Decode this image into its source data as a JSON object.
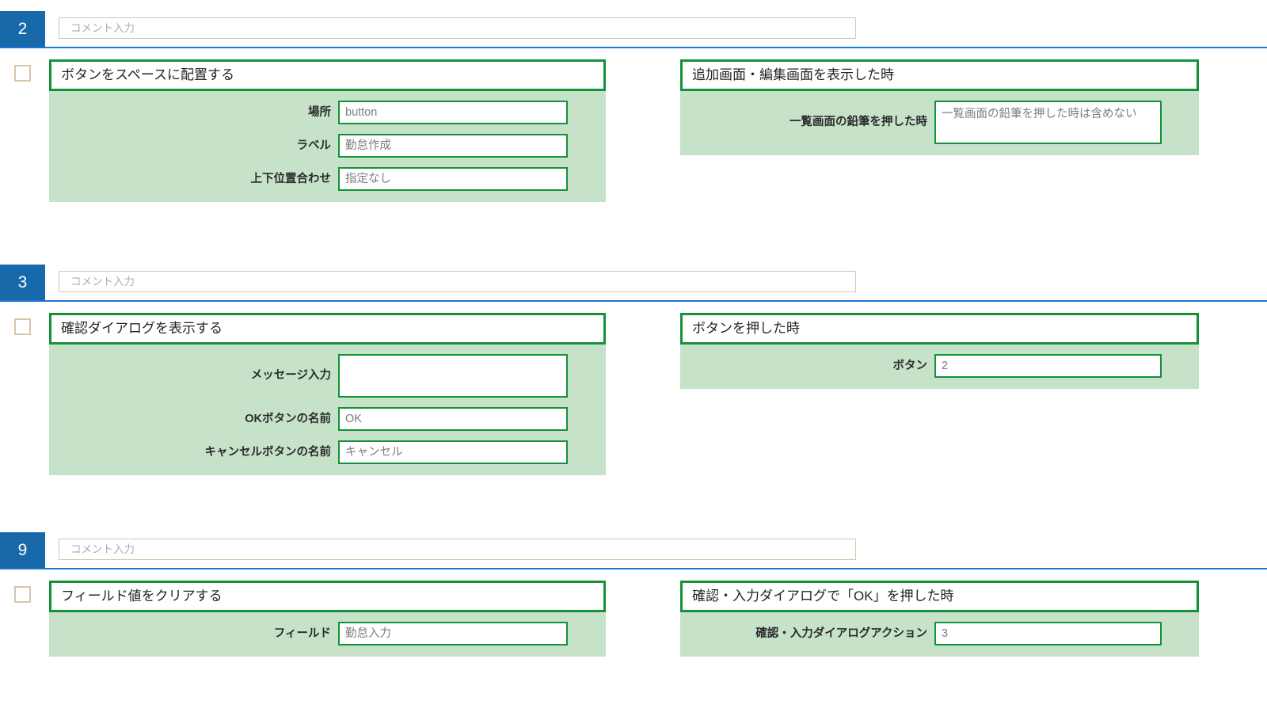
{
  "colors": {
    "badge_blue": "#1769aa",
    "rule_blue": "#1c77d4",
    "card_border_green": "#14923a",
    "card_body_green": "#c6e3ca",
    "checkbox_border_tan": "#d8c5ad",
    "comment_border_tan": "#d8c5ad"
  },
  "comment_placeholder": "コメント入力",
  "sections": [
    {
      "step": "2",
      "left": {
        "title": "ボタンをスペースに配置する",
        "fields": [
          {
            "label": "場所",
            "value": "button",
            "type": "input"
          },
          {
            "label": "ラベル",
            "value": "勤怠作成",
            "type": "input"
          },
          {
            "label": "上下位置合わせ",
            "value": "指定なし",
            "type": "input"
          }
        ]
      },
      "right": {
        "title": "追加画面・編集画面を表示した時",
        "fields": [
          {
            "label": "一覧画面の鉛筆を押した時",
            "value": "一覧画面の鉛筆を押した時は含めない",
            "type": "textarea2"
          }
        ]
      }
    },
    {
      "step": "3",
      "left": {
        "title": "確認ダイアログを表示する",
        "fields": [
          {
            "label": "メッセージ入力",
            "value": "",
            "type": "textarea"
          },
          {
            "label": "OKボタンの名前",
            "value": "OK",
            "type": "input"
          },
          {
            "label": "キャンセルボタンの名前",
            "value": "キャンセル",
            "type": "input"
          }
        ]
      },
      "right": {
        "title": "ボタンを押した時",
        "fields": [
          {
            "label": "ボタン",
            "value": "2",
            "type": "input"
          }
        ]
      }
    },
    {
      "step": "9",
      "left": {
        "title": "フィールド値をクリアする",
        "fields": [
          {
            "label": "フィールド",
            "value": "勤怠入力",
            "type": "input"
          }
        ]
      },
      "right": {
        "title": "確認・入力ダイアログで「OK」を押した時",
        "fields": [
          {
            "label": "確認・入力ダイアログアクション",
            "value": "3",
            "type": "input"
          }
        ]
      }
    }
  ]
}
